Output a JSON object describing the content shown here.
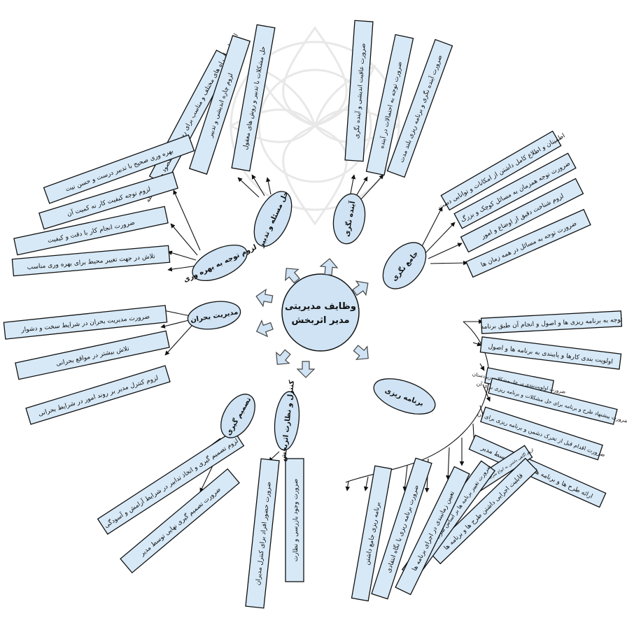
{
  "center": {
    "line1": "وظایف مدیریتی",
    "line2": "مدیر اثربخش"
  },
  "branches": [
    {
      "id": "holistic",
      "label": "جامع نگری",
      "items": [
        "اطمینان و اطلاع کامل داشتن از امکانات و توانایی دست",
        "ضرورت توجه همزمان به مسائل کوچک و بزرگ",
        "لزوم شناخت دقیق از اوضاع و امور",
        "ضرورت توجه به مسائل در همه زمان ها"
      ]
    },
    {
      "id": "foresight",
      "label": "آینده نگری",
      "items": [
        "ضرورت عاقبت اندیشی و آینده نگری",
        "ضرورت توجه به احتمالات در آینده",
        "ضرورت آینده نگری و برنامه ریزی بلند مدت"
      ]
    },
    {
      "id": "problem",
      "label": "حل مسئله و تدبیر",
      "items": [
        "استفاده از راه های مختلف و مناسب برای رسیدن به مقصود و حل مسئله",
        "لزوم چاره اندیشی و تدبیر",
        "حل مشکلات با تدبیر و روش های معقول"
      ]
    },
    {
      "id": "productivity",
      "label": "لزوم توجه به بهره وری",
      "items": [
        "بهره وری صحیح با تدبیر درست و حسن نیت",
        "لزوم توجه کیفیت کار نه کمیت آن",
        "ضرورت انجام کار با دقت و کیفیت",
        "تلاش در جهت تغییر محیط برای بهره وری مناسب"
      ]
    },
    {
      "id": "crisis",
      "label": "مدیریت بحران",
      "items": [
        "ضرورت مدیریت بحران در شرایط سخت و دشوار",
        "تلاش بیشتر در مواقع بحرانی",
        "لزوم کنترل مدیر بر روند امور در شرایط بحرانی"
      ]
    },
    {
      "id": "decision",
      "label": "تصمیم گیری",
      "items": [
        "لزوم تصمیم گیری و اتخاذ تدابیر در شرایط آرامش و آسودگی",
        "ضرورت تصمیم گیری نهایی توسط مدیر"
      ]
    },
    {
      "id": "control",
      "label": "کنترل و نظارت اثربخش",
      "items": [
        "ضرورت حضور افراد برای کنترل مدیران",
        "ضرورت وجود بازرسی و نظارت"
      ]
    },
    {
      "id": "planning",
      "label": "برنامه ریزی",
      "items": [
        "توجه به برنامه ریزی ها و اصول و انجام آن طبق برنامه",
        "اولویت بندی کارها و پایبندی به برنامه ها و اصول",
        "ضرورت اولویت‌بندی در حل مشکلات زیردستان",
        "ضرورت پیشنهاد طرح و برنامه برای حل مشکلات و برنامه ریزی برای آن",
        "ضرورت اقدام قبل از تحرک دشمن و برنامه ریزی برای آن",
        "ارائه طرح ها و برنامه های ابتکاری توسط مدیر",
        "لزوم آگاهی داشتن به انواع شرایط و برنامه ریزی برای زمان های سخت",
        "قابلیت اجرایی داشتن طرح ها و برنامه ها",
        "ضرورت تغییر برنامه ها بر اساس شرایط و متناسب با افراد",
        "تعیین زمانبندی در اجرای برنامه ها",
        "ضرورت برنامه ریزی با نگاه انتقادی",
        "برنامه ریزی جامع داشتن"
      ]
    }
  ]
}
